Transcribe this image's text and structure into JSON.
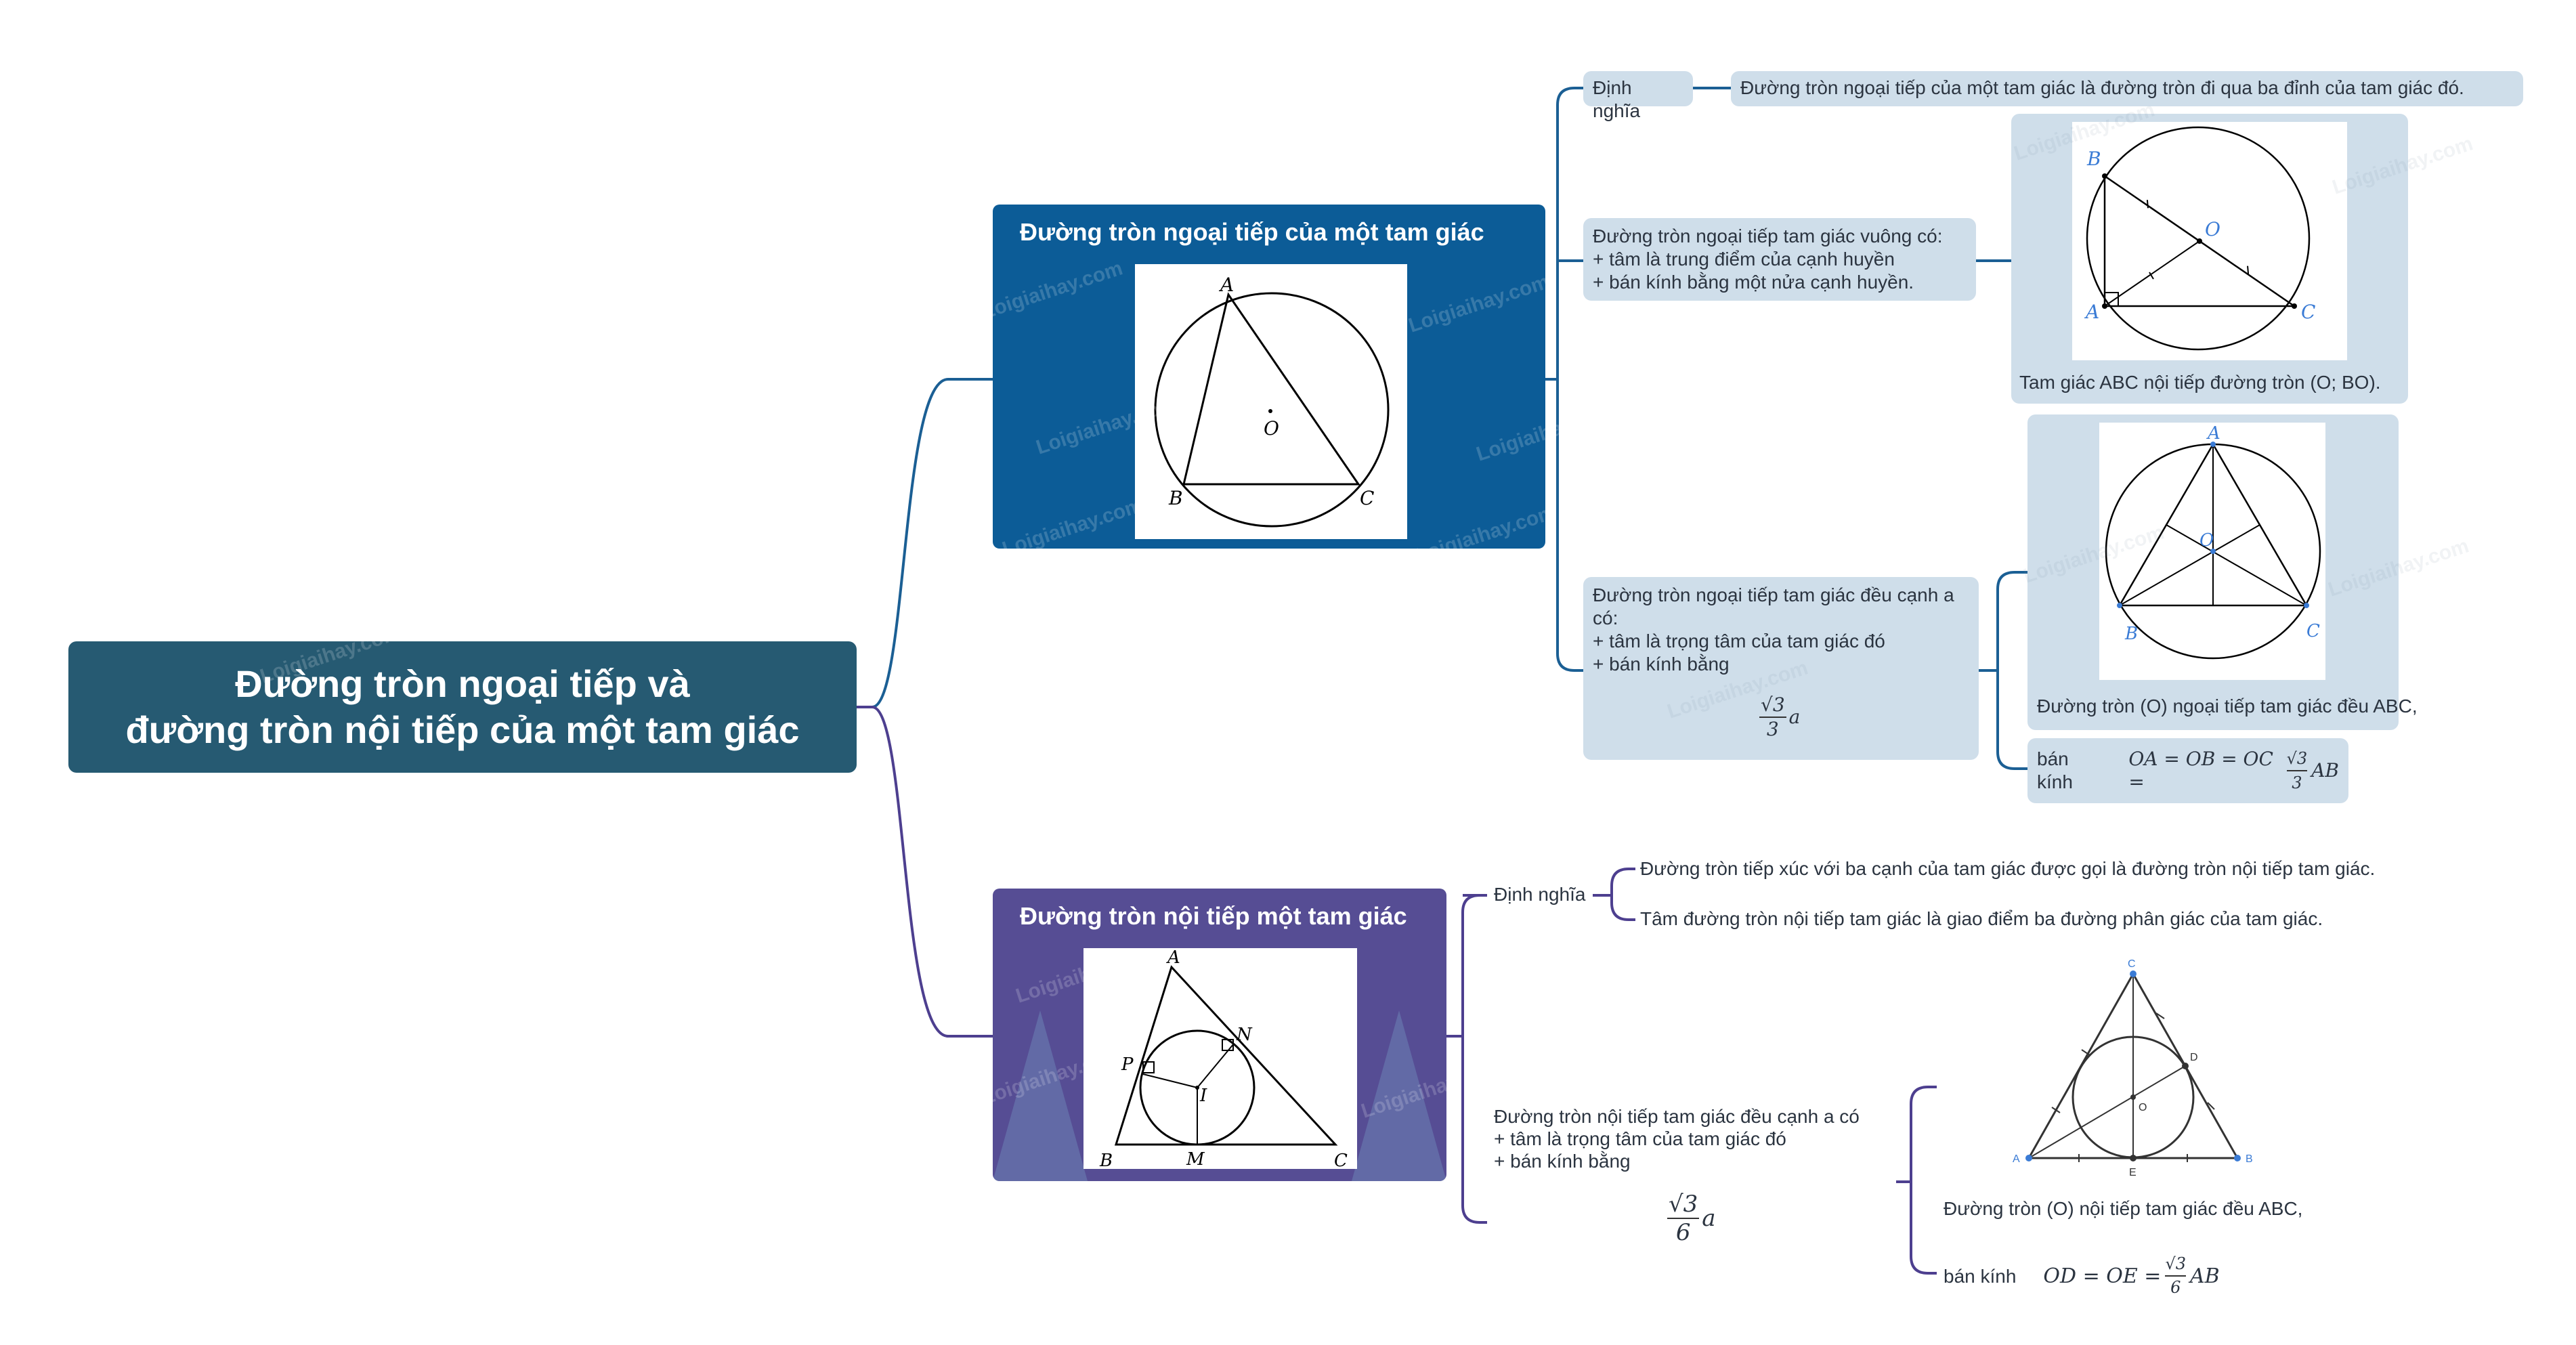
{
  "root": {
    "line1": "Đường tròn ngoại tiếp và",
    "line2": "đường tròn nội tiếp của một tam giác"
  },
  "circumscribed": {
    "title": "Đường tròn ngoại tiếp của một tam giác",
    "figure_labels": {
      "A": "A",
      "B": "B",
      "C": "C",
      "O": "O"
    },
    "definition_label": "Định nghĩa",
    "definition_text": "Đường tròn ngoại tiếp của một tam giác là đường tròn đi qua ba đỉnh của tam giác đó.",
    "right_triangle": {
      "lines": [
        "Đường tròn ngoại tiếp tam giác vuông có:",
        "+ tâm là trung điểm của cạnh huyền",
        "+ bán kính bằng một nửa cạnh huyền."
      ],
      "figure_labels": {
        "A": "A",
        "B": "B",
        "C": "C",
        "O": "O"
      },
      "caption": "Tam giác ABC nội tiếp đường tròn (O; BO)."
    },
    "equilateral": {
      "lines": [
        "Đường tròn ngoại tiếp tam giác đều cạnh a",
        "có:",
        "+ tâm là trọng tâm của tam giác đó",
        "+ bán kính bằng"
      ],
      "formula_num": "√3",
      "formula_den": "3",
      "formula_var": "a",
      "figure_labels": {
        "A": "A",
        "B": "B",
        "C": "C",
        "O": "O"
      },
      "caption": "Đường tròn (O) ngoại tiếp tam giác đều ABC,",
      "radius_label": "bán kính",
      "radius_formula_left": "OA = OB = OC =",
      "radius_formula_num": "√3",
      "radius_formula_den": "3",
      "radius_formula_right": "AB"
    }
  },
  "inscribed": {
    "title": "Đường tròn nội tiếp một tam giác",
    "figure_labels": {
      "A": "A",
      "B": "B",
      "C": "C",
      "I": "I",
      "M": "M",
      "N": "N",
      "P": "P"
    },
    "definition_label": "Định nghĩa",
    "definitions": [
      "Đường tròn tiếp xúc với ba cạnh của tam giác được gọi là đường tròn nội tiếp tam giác.",
      "Tâm đường tròn nội tiếp tam giác là giao điểm ba đường phân giác của tam giác."
    ],
    "equilateral": {
      "lines": [
        "Đường tròn nội tiếp tam giác đều cạnh a có",
        "+ tâm là trọng tâm của tam giác đó",
        "+ bán kính bằng"
      ],
      "formula_num": "√3",
      "formula_den": "6",
      "formula_var": "a",
      "figure_labels": {
        "A": "A",
        "B": "B",
        "C": "C",
        "D": "D",
        "E": "E",
        "O": "O"
      },
      "caption": "Đường tròn (O) nội tiếp tam giác đều ABC,",
      "radius_label": "bán kính",
      "radius_formula_left": "OD = OE =",
      "radius_formula_num": "√3",
      "radius_formula_den": "6",
      "radius_formula_right": "AB"
    }
  },
  "watermark": "Loigiaihay.com",
  "colors": {
    "root": "#265a72",
    "branch_circumscribed": "#0c5c97",
    "branch_inscribed": "#564d94",
    "tag": "#cfdeea",
    "connector_top": "#1b5f94",
    "connector_bottom": "#4d3f8f",
    "figure_label_blue": "#3a7bd5"
  }
}
